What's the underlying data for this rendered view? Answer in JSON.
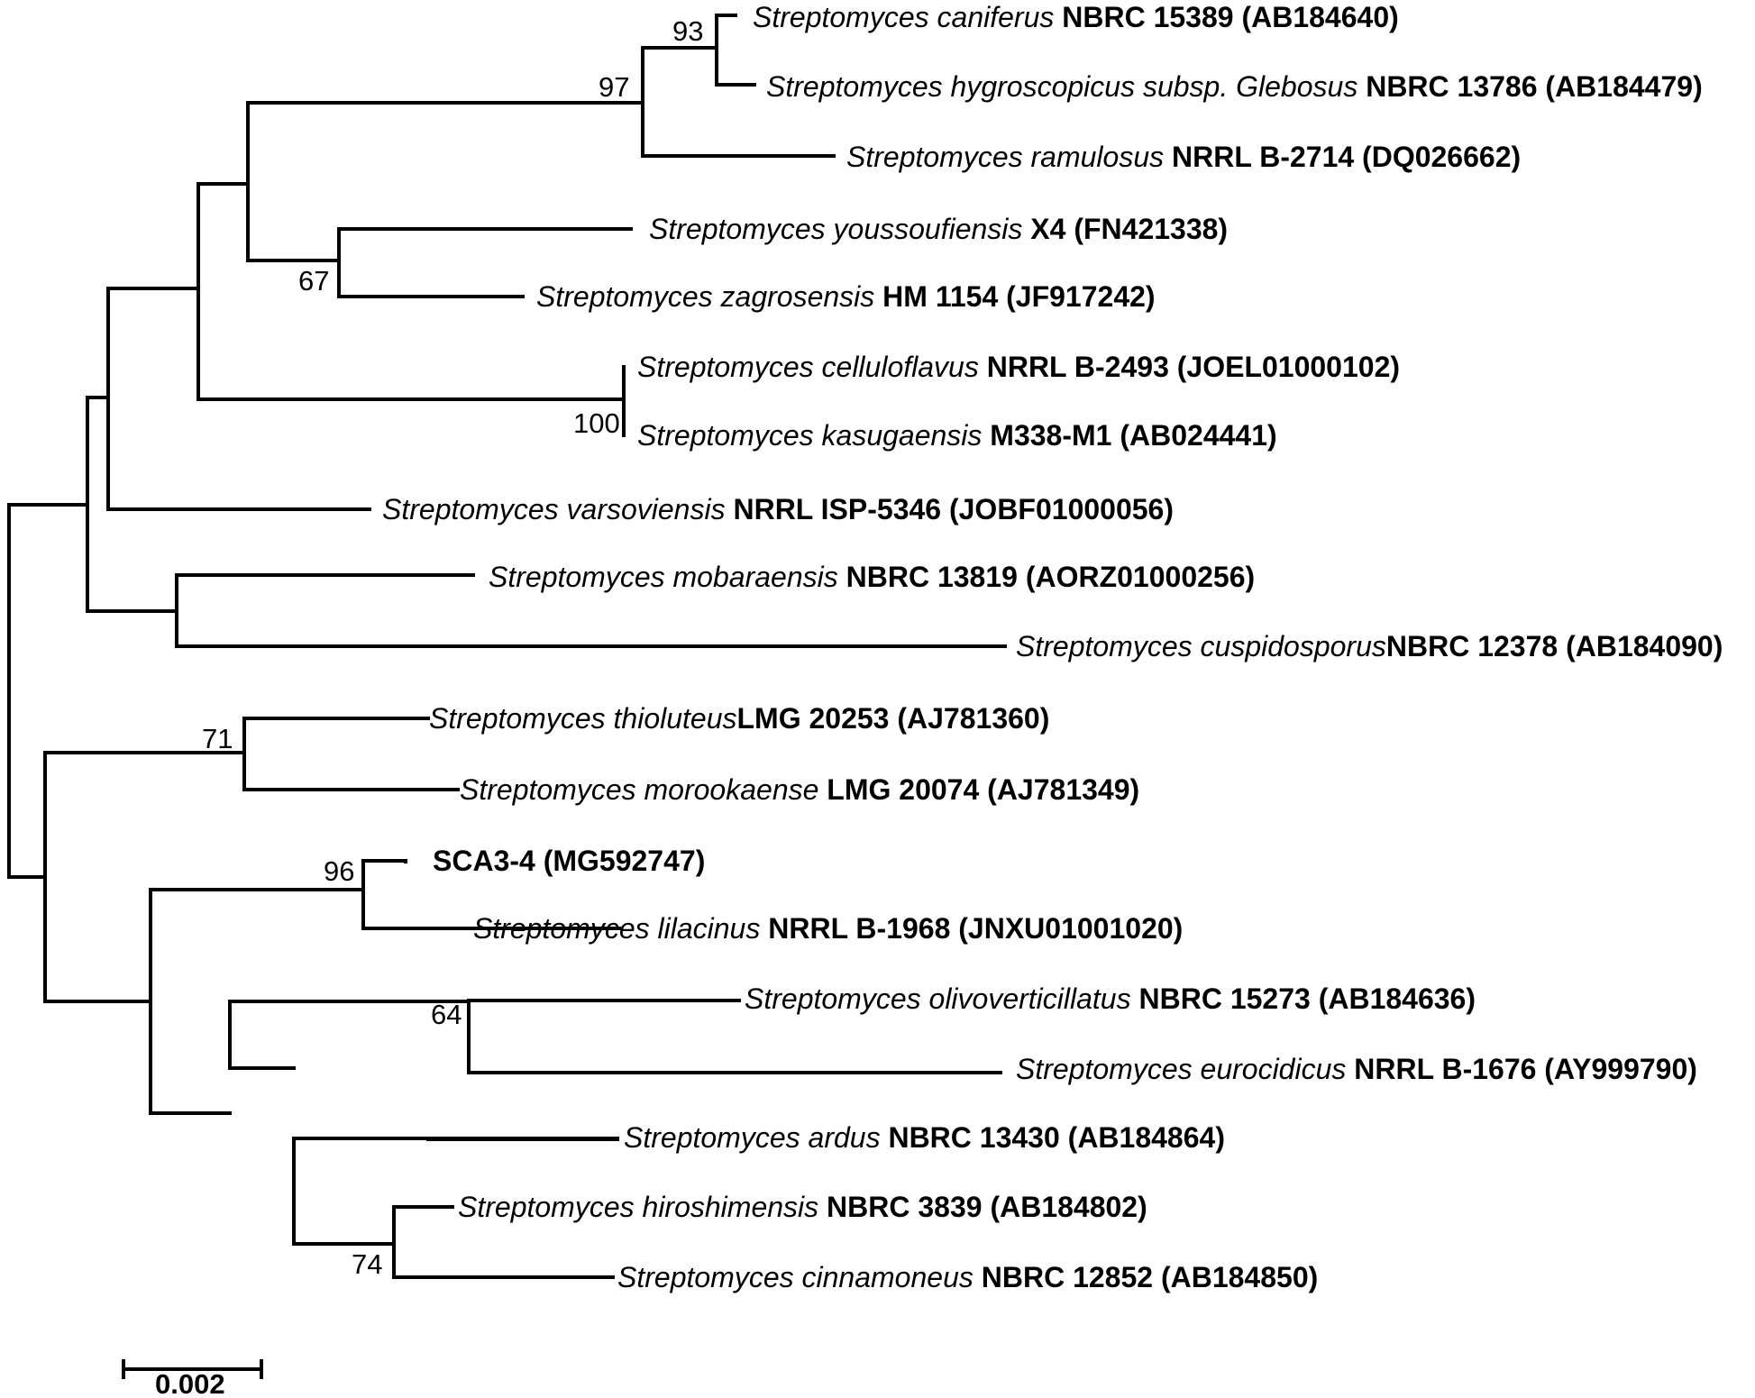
{
  "tree": {
    "leaves": [
      {
        "species": "Streptomyces caniferus",
        "strain": "NBRC 15389 (AB184640)"
      },
      {
        "species": "Streptomyces hygroscopicus subsp. Glebosus",
        "strain": "NBRC 13786 (AB184479)"
      },
      {
        "species": "Streptomyces ramulosus",
        "strain": "NRRL B-2714 (DQ026662)"
      },
      {
        "species": "Streptomyces youssoufiensis",
        "strain": "X4 (FN421338)"
      },
      {
        "species": "Streptomyces zagrosensis",
        "strain": "HM 1154 (JF917242)"
      },
      {
        "species": "Streptomyces celluloflavus",
        "strain": "NRRL B-2493 (JOEL01000102)"
      },
      {
        "species": "Streptomyces kasugaensis",
        "strain": "M338-M1 (AB024441)"
      },
      {
        "species": "Streptomyces varsoviensis",
        "strain": "NRRL ISP-5346 (JOBF01000056)"
      },
      {
        "species": "Streptomyces mobaraensis",
        "strain": "NBRC 13819 (AORZ01000256)"
      },
      {
        "species": "Streptomyces cuspidosporus",
        "strain": "NBRC 12378 (AB184090)"
      },
      {
        "species": "Streptomyces thioluteus",
        "strain": "LMG 20253 (AJ781360)"
      },
      {
        "species": "Streptomyces morookaense",
        "strain": "LMG 20074 (AJ781349)"
      },
      {
        "species": "",
        "strain": "SCA3-4 (MG592747)"
      },
      {
        "species": "Streptomyces lilacinus",
        "strain": "NRRL B-1968 (JNXU01001020)"
      },
      {
        "species": "Streptomyces olivoverticillatus",
        "strain": "NBRC 15273 (AB184636)"
      },
      {
        "species": "Streptomyces eurocidicus",
        "strain": "NRRL B-1676 (AY999790)"
      },
      {
        "species": "Streptomyces ardus",
        "strain": "NBRC 13430 (AB184864)"
      },
      {
        "species": "Streptomyces hiroshimensis",
        "strain": "NBRC 3839 (AB184802)"
      },
      {
        "species": "Streptomyces cinnamoneus",
        "strain": "NBRC 12852 (AB184850)"
      }
    ],
    "bootstrap": {
      "caniferus_hygroscopicus": "93",
      "caniferus_ramulosus": "97",
      "youssoufiensis_zagrosensis": "67",
      "celluloflavus_kasugaensis": "100",
      "thioluteus_morookaense": "71",
      "sca3_lilacinus": "96",
      "olivoverticillatus_eurocidicus": "64",
      "hiroshimensis_cinnamoneus": "74"
    }
  },
  "scale_bar": {
    "label": "0.002"
  }
}
